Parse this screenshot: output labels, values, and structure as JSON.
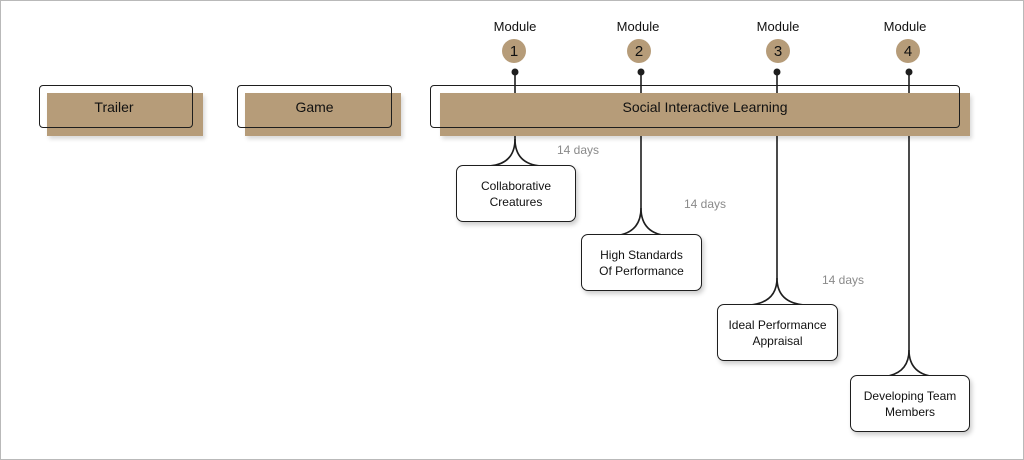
{
  "phases": [
    {
      "label": "Trailer"
    },
    {
      "label": "Game"
    },
    {
      "label": "Social Interactive Learning"
    }
  ],
  "modules": [
    {
      "heading": "Module",
      "number": "1",
      "title": "Collaborative\nCreatures",
      "duration": "14 days"
    },
    {
      "heading": "Module",
      "number": "2",
      "title": "High Standards\nOf  Performance",
      "duration": "14 days"
    },
    {
      "heading": "Module",
      "number": "3",
      "title": "Ideal Performance\nAppraisal",
      "duration": "14 days"
    },
    {
      "heading": "Module",
      "number": "4",
      "title": "Developing Team\nMembers",
      "duration": ""
    }
  ],
  "colors": {
    "bar_fill": "#b69c79",
    "outline": "#1e1e1e",
    "duration_text": "#8a8a8a"
  }
}
